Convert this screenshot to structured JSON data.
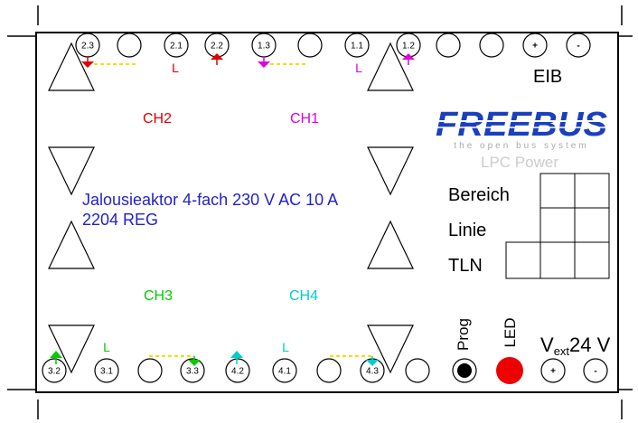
{
  "colors": {
    "ch1": "#e000e0",
    "ch2": "#e00000",
    "ch3": "#00cc00",
    "ch4": "#00cccc",
    "logo": "#1a3fbf",
    "led": "#ee0000",
    "description": "#2222cc",
    "yellow": "#f0e000"
  },
  "top_terminals": [
    "2.3",
    "",
    "2.1",
    "2.2",
    "1.3",
    "",
    "1.1",
    "1.2",
    "",
    "",
    "+",
    "-"
  ],
  "bottom_terminals": [
    "3.2",
    "3.1",
    "",
    "3.3",
    "4.2",
    "4.1",
    "",
    "4.3",
    "",
    "",
    "",
    "+",
    "-"
  ],
  "marks": {
    "top_l_red": "L",
    "top_l_magenta": "L",
    "bottom_l_green": "L",
    "bottom_l_cyan": "L"
  },
  "labels": {
    "eib": "EIB",
    "ch1": "CH1",
    "ch2": "CH2",
    "ch3": "CH3",
    "ch4": "CH4",
    "prog": "Prog",
    "led": "LED",
    "vext_v": "V",
    "vext_sub": "ext",
    "vext_value": "24 V"
  },
  "logo": {
    "brand": "FREEBUS",
    "tagline": "the open bus system",
    "product": "LPC Power"
  },
  "description": {
    "line1": "Jalousieaktor 4-fach 230 V AC 10 A",
    "line2": "2204 REG"
  },
  "address_fields": {
    "bereich": "Bereich",
    "linie": "Linie",
    "tln": "TLN"
  }
}
